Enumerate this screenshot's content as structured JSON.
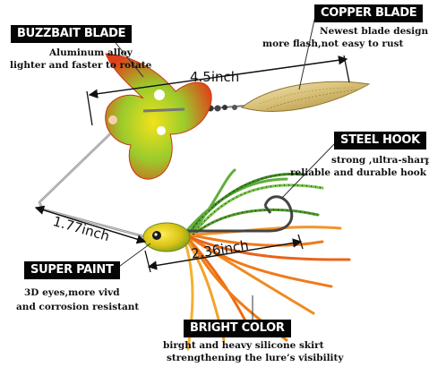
{
  "colors": {
    "label_bg": "#050505",
    "label_text": "#ffffff",
    "copper_blade": "#d9c27a",
    "buzzbait_red": "#e23a12",
    "buzzbait_green": "#6ab82a",
    "skirt_orange": "#f07a1a",
    "skirt_green": "#5fae3a",
    "head_yellow": "#e8d21a"
  },
  "labels": {
    "buzzbait_blade": {
      "title": "BUZZBAIT BLADE",
      "line1": "Aluminum alloy",
      "line2": "lighter and faster to rotate"
    },
    "copper_blade": {
      "title": "COPPER BLADE",
      "line1": "Newest blade design",
      "line2": "more flash,not easy to rust"
    },
    "steel_hook": {
      "title": "STEEL HOOK",
      "line1": "strong ,ultra-sharp",
      "line2": "reliable and durable hook"
    },
    "super_paint": {
      "title": "SUPER PAINT",
      "line1": "3D eyes,more vivd",
      "line2": "and corrosion resistant"
    },
    "bright_color": {
      "title": "BRIGHT COLOR",
      "line1": "birght and heavy silicone skirt",
      "line2": "strengthening the lure’s visibility"
    }
  },
  "dimensions": {
    "length": "4.5inch",
    "arm": "1.77inch",
    "body": "2.36inch"
  },
  "icons": [
    "buzzbait-blade-icon",
    "copper-willow-blade-icon",
    "steel-hook-icon",
    "lure-head-icon",
    "silicone-skirt-icon",
    "wire-frame-icon"
  ]
}
